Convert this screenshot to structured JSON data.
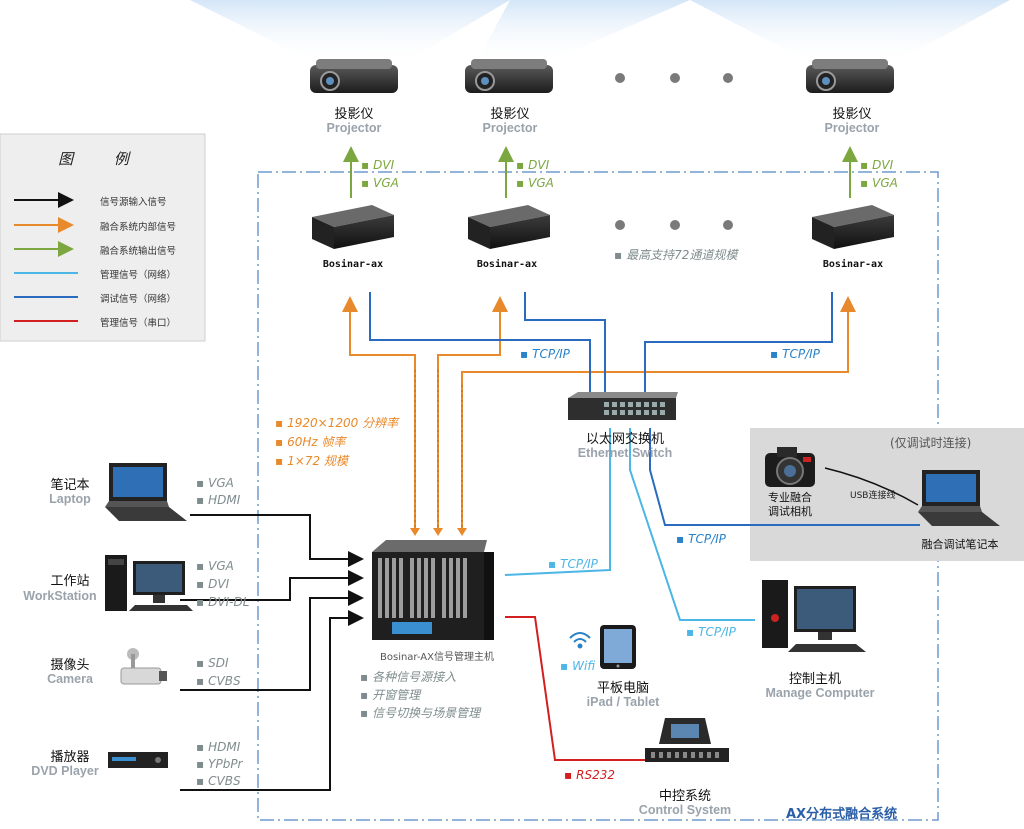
{
  "colors": {
    "black": "#111111",
    "orange": "#e8892b",
    "green": "#7ca63f",
    "light_blue": "#4cb6e6",
    "blue": "#2a6bbf",
    "red": "#d31f1f",
    "dash_border": "#6f9ccf"
  },
  "legend": {
    "title": "图 例",
    "items": [
      {
        "label": "信号源输入信号",
        "color": "#111111",
        "arrow": "true"
      },
      {
        "label": "融合系统内部信号",
        "color": "#e8892b",
        "arrow": "true"
      },
      {
        "label": "融合系统输出信号",
        "color": "#7ca63f",
        "arrow": "true"
      },
      {
        "label": "管理信号（网络）",
        "color": "#4cb6e6",
        "arrow": "false"
      },
      {
        "label": "调试信号（网络）",
        "color": "#2a6bbf",
        "arrow": "false"
      },
      {
        "label": "管理信号（串口）",
        "color": "#d31f1f",
        "arrow": "false"
      }
    ]
  },
  "projectors": [
    {
      "cn": "投影仪",
      "en": "Projector"
    },
    {
      "cn": "投影仪",
      "en": "Projector"
    },
    {
      "cn": "投影仪",
      "en": "Projector"
    }
  ],
  "output_labels": {
    "dvi": "DVI",
    "vga": "VGA"
  },
  "nodes": [
    {
      "label": "Bosinar-ax"
    },
    {
      "label": "Bosinar-ax"
    },
    {
      "label": "Bosinar-ax"
    }
  ],
  "max_channels": "最高支持72通道规模",
  "tcpip": "TCP/IP",
  "internal_specs": [
    "1920×1200 分辨率",
    "60Hz 帧率",
    "1×72 规模"
  ],
  "switch": {
    "cn": "以太网交换机",
    "en": "Ethernet Switch"
  },
  "debug_area": {
    "note": "(仅调试时连接)",
    "camera": "专业融合\n调试相机",
    "usb": "USB连接线",
    "laptop": "融合调试笔记本"
  },
  "sources": [
    {
      "cn": "笔记本",
      "en": "Laptop",
      "signals": [
        "VGA",
        "HDMI"
      ]
    },
    {
      "cn": "工作站",
      "en": "WorkStation",
      "signals": [
        "VGA",
        "DVI",
        "DVI-DL"
      ]
    },
    {
      "cn": "摄像头",
      "en": "Camera",
      "signals": [
        "SDI",
        "CVBS"
      ]
    },
    {
      "cn": "播放器",
      "en": "DVD Player",
      "signals": [
        "HDMI",
        "YPbPr",
        "CVBS"
      ]
    }
  ],
  "host": {
    "title": "Bosinar-AX信号管理主机",
    "features": [
      "各种信号源接入",
      "开窗管理",
      "信号切换与场景管理"
    ]
  },
  "tablet": {
    "wifi": "Wifi",
    "cn": "平板电脑",
    "en": "iPad / Tablet"
  },
  "manage_pc": {
    "cn": "控制主机",
    "en": "Manage Computer"
  },
  "rs232": "RS232",
  "control_system": {
    "cn": "中控系统",
    "en": "Control System"
  },
  "system_title": "AX分布式融合系统"
}
